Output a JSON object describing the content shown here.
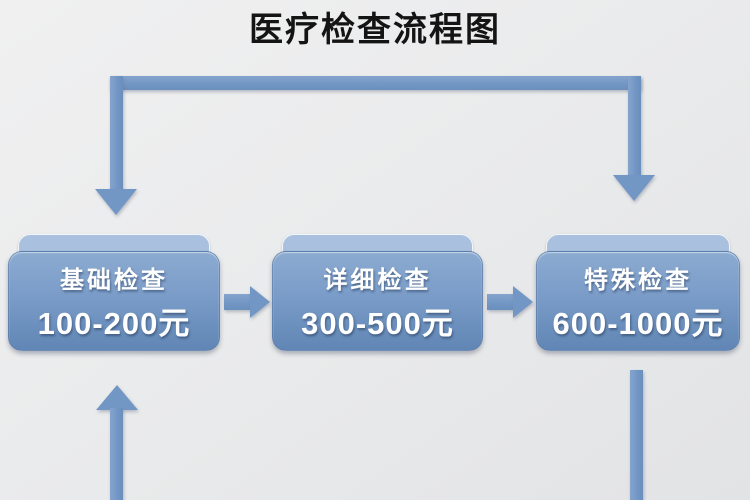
{
  "title": "医疗检查流程图",
  "flowchart": {
    "direction": "left-to-right",
    "nodes": [
      {
        "label": "基础检查",
        "price": "100-200元"
      },
      {
        "label": "详细检查",
        "price": "300-500元"
      },
      {
        "label": "特殊检查",
        "price": "600-1000元"
      }
    ],
    "connectors": [
      "top-loop-with-down-arrows-into-first-and-last-node",
      "block-arrow-node1-to-node2",
      "block-arrow-node2-to-node3",
      "up-arrow-from-bottom-edge-into-node1",
      "line-from-node3-to-bottom-edge"
    ]
  },
  "colors": {
    "background": "#e9eaeb",
    "connector": "#7397c5",
    "node_fill_top": "#8cabd1",
    "node_fill_bottom": "#6186b5",
    "node_tab": "#a9c1de",
    "node_text": "#ffffff",
    "title_text": "#141414"
  }
}
